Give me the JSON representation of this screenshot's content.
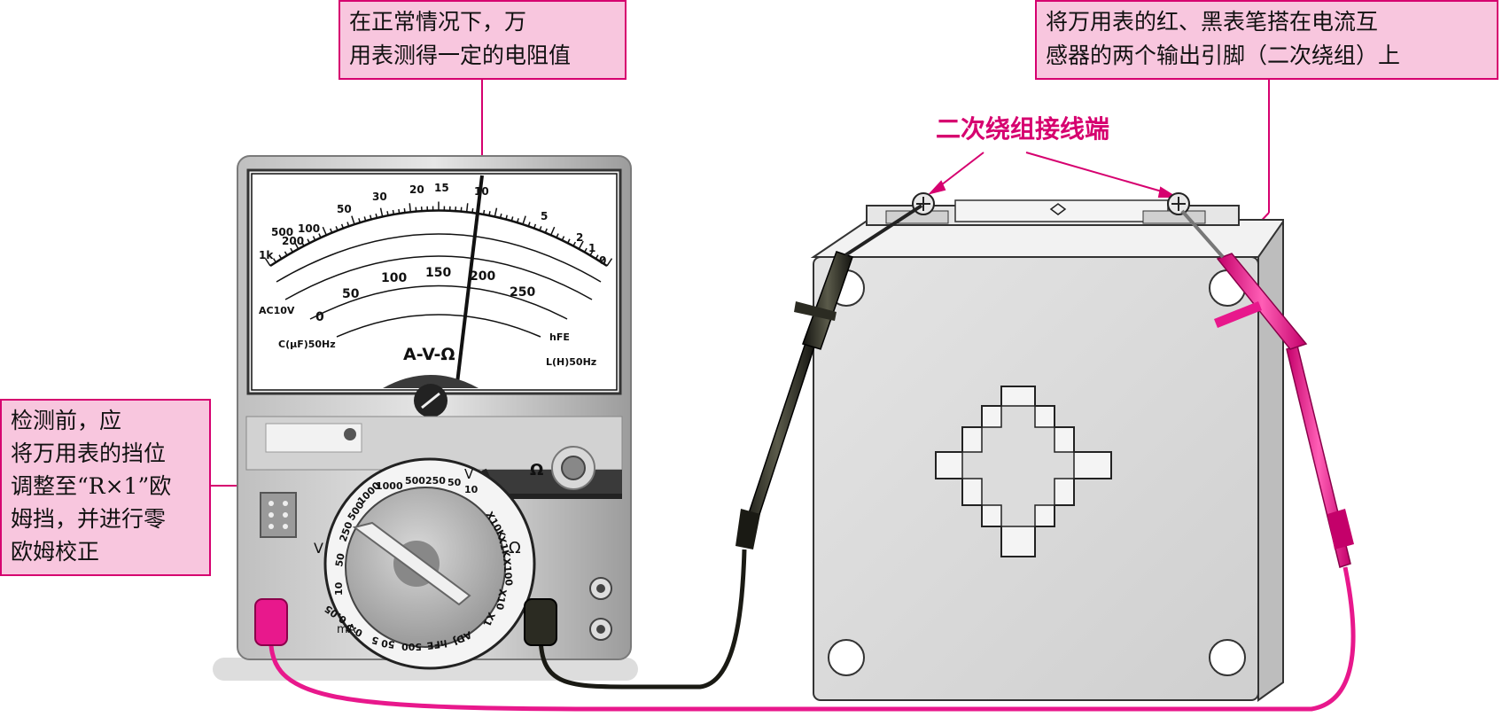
{
  "callouts": {
    "top": "在正常情况下，万\n用表测得一定的电阻值",
    "right": "将万用表的红、黑表笔搭在电流互\n感器的两个输出引脚（二次绕组）上",
    "left": "检测前，应\n将万用表的挡位\n调整至“R×1”欧\n姆挡，并进行零\n欧姆校正",
    "terminals": "二次绕组接线端"
  },
  "meter": {
    "ohm_scale": [
      "1k",
      "500",
      "200",
      "100",
      "50",
      "30",
      "20",
      "15",
      "10",
      "5",
      "2",
      "1",
      "0"
    ],
    "dc_scale": [
      "0",
      "50",
      "100",
      "150",
      "200",
      "250"
    ],
    "ac_labels": [
      "AC10V",
      "C(μF)50Hz",
      "L(H)50Hz"
    ],
    "function_label": "A-V-Ω",
    "hfe_label": "hFE",
    "ma_label": "mA",
    "knob_ohm_label": "Ω",
    "dial_top": [
      "1000",
      "500",
      "250",
      "50",
      "10"
    ],
    "dial_right": [
      "X10K",
      "X1K",
      "X100",
      "X10",
      "X1"
    ],
    "dial_bottom": [
      "ADJ",
      "hFE",
      "500",
      "50",
      "5",
      "0.5",
      "0.05"
    ],
    "dial_left": [
      "10",
      "50",
      "250",
      "500",
      "1000"
    ],
    "dial_v_label": "V",
    "dial_ohm_label": "Ω",
    "dial_ma_label": "mA",
    "dial_v_top_label": "V"
  },
  "colors": {
    "accent": "#d6006f",
    "callout_bg": "#f8c6de",
    "red_probe": "#e8188c",
    "black_probe": "#2b2b22"
  }
}
